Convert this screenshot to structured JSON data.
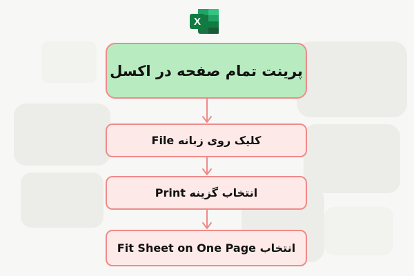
{
  "diagram": {
    "title": "پرینت تمام صفحه در اکسل",
    "steps": [
      {
        "text": "کلیک روی زبانه File"
      },
      {
        "text": "انتخاب گزینه Print"
      },
      {
        "text": "انتخاب Fit Sheet on One Page"
      }
    ]
  },
  "logo": {
    "icon": "excel-icon",
    "letter": "X"
  },
  "colors": {
    "title_fill": "#b9ebc0",
    "step_fill": "#fde9e7",
    "border": "#f08a8a",
    "arrow": "#f08a8a",
    "excel_green_dark": "#1e7145",
    "excel_green_light": "#33c481"
  }
}
